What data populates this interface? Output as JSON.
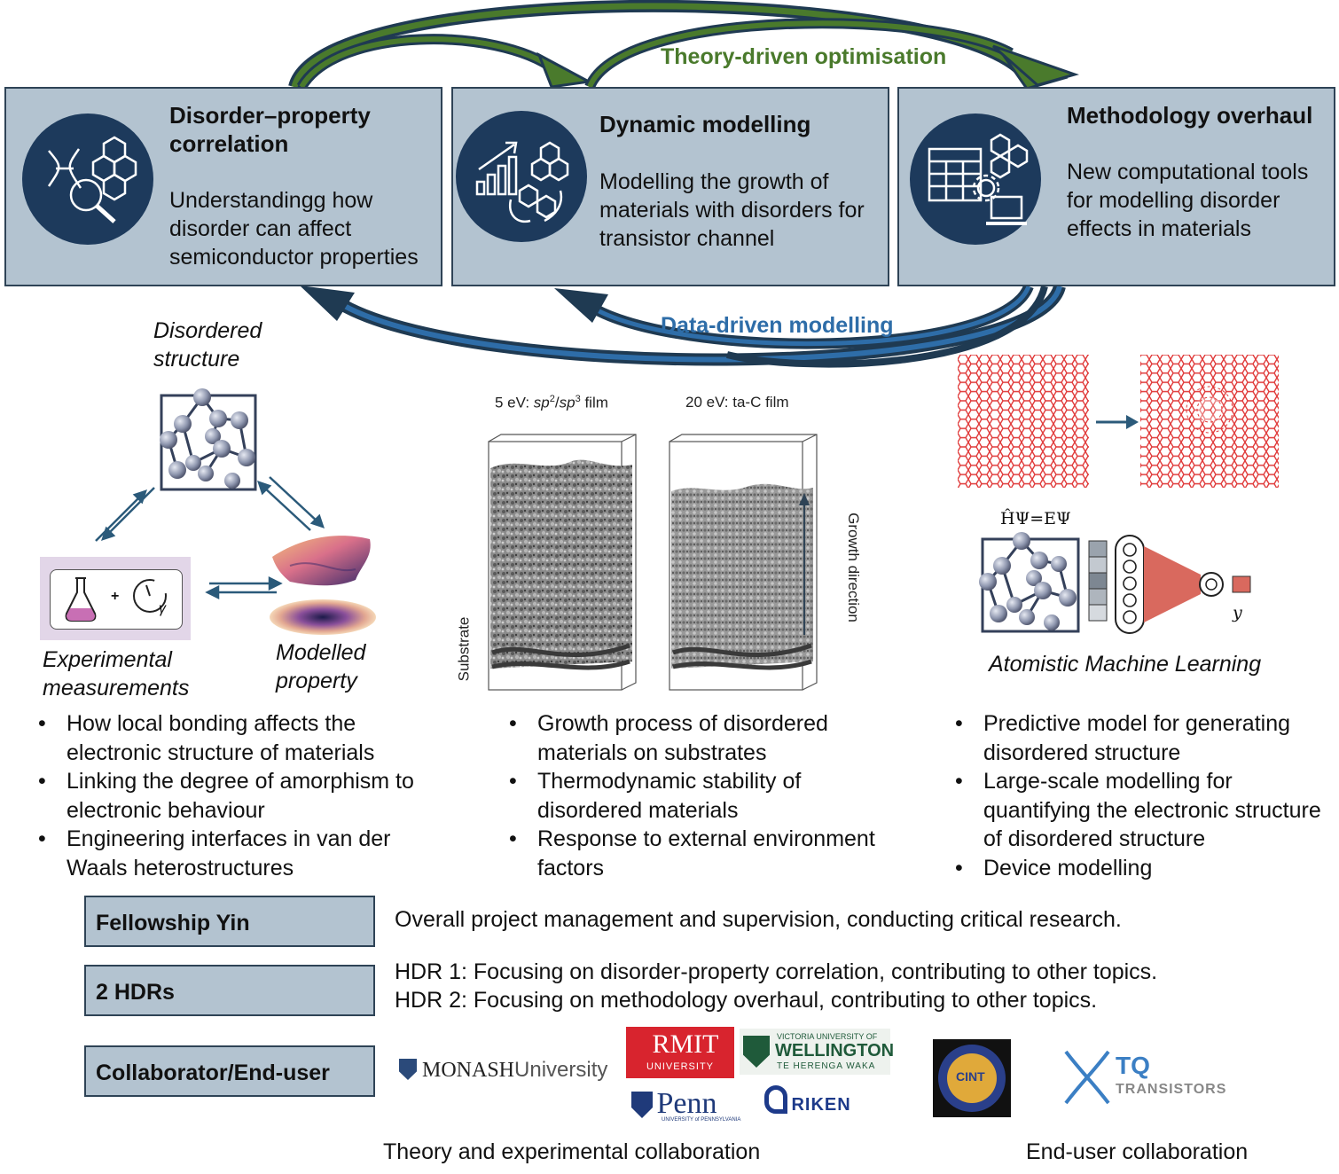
{
  "loops": {
    "theory_label": "Theory-driven optimisation",
    "data_label": "Data-driven modelling",
    "theory_color": "#4a7a2c",
    "data_color": "#2e6da8",
    "arrow_fill_dark": "#1f3a52"
  },
  "boxes": [
    {
      "title": "Disorder–property correlation",
      "desc": "Understandingg how disorder can affect semiconductor properties",
      "icon": "magnifier-molecule-icon"
    },
    {
      "title": "Dynamic modelling",
      "desc": "Modelling the growth of materials with disorders for transistor channel",
      "icon": "growth-chart-molecule-icon"
    },
    {
      "title": "Methodology overhaul",
      "desc": "New computational tools for modelling disorder effects in materials",
      "icon": "computer-tools-icon"
    }
  ],
  "left_panel": {
    "disordered_structure": "Disordered structure",
    "experimental": "Experimental measurements",
    "modelled": "Modelled property",
    "gamma": "γ",
    "plus": "+"
  },
  "middle_panel": {
    "film1_label_pre": "5 eV: ",
    "film1_sp2": "sp",
    "film1_sup2": "2",
    "film1_slash": "/",
    "film1_sp3": "sp",
    "film1_sup3": "3",
    "film1_suffix": " film",
    "film2_label": "20 eV: ta-C film",
    "substrate": "Substrate",
    "growth": "Growth direction"
  },
  "right_panel": {
    "equation": "ĤΨ=EΨ",
    "y_label": "y",
    "caption": "Atomistic Machine Learning"
  },
  "bullets": {
    "left": [
      "How local bonding affects the electronic structure of materials",
      "Linking the degree of amorphism to electronic behaviour",
      "Engineering interfaces in van der Waals heterostructures"
    ],
    "middle": [
      "Growth process of disordered materials on substrates",
      "Thermodynamic stability of disordered materials",
      "Response to external environment factors"
    ],
    "right": [
      "Predictive model for generating disordered structure",
      "Large-scale modelling for quantifying the electronic structure of disordered structure",
      "Device modelling"
    ]
  },
  "roles": [
    {
      "label": "Fellowship Yin",
      "lines": [
        "Overall project management and supervision, conducting critical research."
      ]
    },
    {
      "label": "2 HDRs",
      "lines": [
        "HDR 1: Focusing on disorder-property correlation, contributing to other topics.",
        "HDR 2: Focusing on methodology overhaul, contributing to other topics."
      ]
    },
    {
      "label": "Collaborator/End-user",
      "lines": []
    }
  ],
  "logos": {
    "monash": "MONASH",
    "monash_univ": "University",
    "rmit": "RMIT",
    "rmit_sub": "UNIVERSITY",
    "wellington_top": "VICTORIA UNIVERSITY OF",
    "wellington_main": "WELLINGTON",
    "wellington_sub": "TE HERENGA WAKA",
    "penn": "Penn",
    "penn_sub": "UNIVERSITY of PENNSYLVANIA",
    "riken": "RIKEN",
    "tq": "TQ",
    "tq_sub": "TRANSISTORS",
    "cint": "CINT"
  },
  "captions": {
    "theory_collab": "Theory and experimental collaboration",
    "enduser_collab": "End-user collaboration"
  }
}
